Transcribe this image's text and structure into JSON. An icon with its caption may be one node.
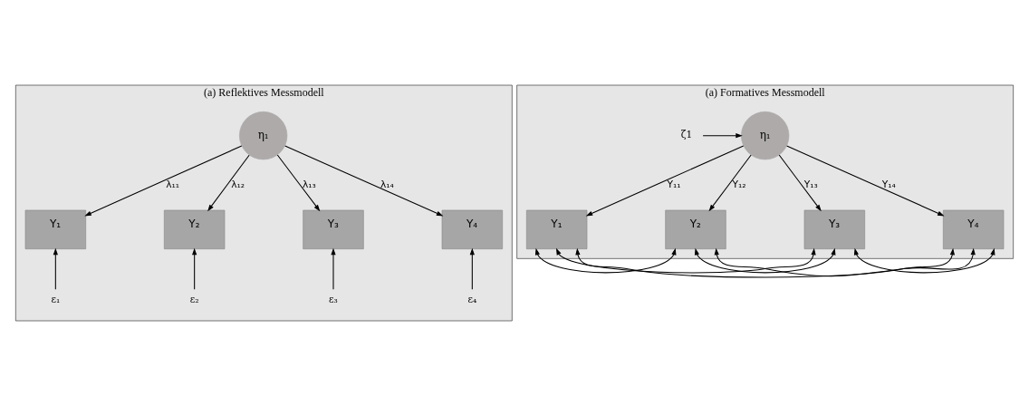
{
  "diagram": {
    "nodes": [
      {
        "text": [
          "(a) Reflektives Messmodell"
        ]
      },
      {
        "text": [
          "η₁"
        ],
        "in": 0
      },
      {
        "text": [
          "Υ₁"
        ],
        "in": 0
      },
      {
        "text": [
          "Υ₂"
        ],
        "in": 0
      },
      {
        "text": [
          "Υ₃"
        ],
        "in": 0
      },
      {
        "text": [
          "Υ₄"
        ],
        "in": 0
      },
      {
        "text": [
          "ε₁"
        ],
        "in": 0
      },
      {
        "text": [
          "ε₂"
        ],
        "in": 0
      },
      {
        "text": [
          "ε₃"
        ],
        "in": 0
      },
      {
        "text": [
          "ε₄"
        ],
        "in": 0
      },
      {
        "text": [
          "(a) Formatives Messmodell"
        ]
      },
      {
        "text": [
          "η₁"
        ],
        "in": 10
      },
      {
        "text": [
          "ζ1"
        ],
        "in": 10
      },
      {
        "text": [
          "Υ₁"
        ],
        "in": 10
      },
      {
        "text": [
          "Υ₂"
        ],
        "in": 10
      },
      {
        "text": [
          "Υ₃"
        ],
        "in": 10
      },
      {
        "text": [
          "Υ₄"
        ],
        "in": 10
      }
    ],
    "edges": [
      {
        "from": 1,
        "to": 2,
        "arrow": "to",
        "label": "λ₁₁"
      },
      {
        "from": 1,
        "to": 3,
        "arrow": "to",
        "label": "λ₁₂"
      },
      {
        "from": 1,
        "to": 4,
        "arrow": "to",
        "label": "λ₁₃"
      },
      {
        "from": 1,
        "to": 5,
        "arrow": "to",
        "label": "λ₁₄"
      },
      {
        "from": 6,
        "to": 2,
        "arrow": "to"
      },
      {
        "from": 7,
        "to": 3,
        "arrow": "to"
      },
      {
        "from": 8,
        "to": 4,
        "arrow": "to"
      },
      {
        "from": 9,
        "to": 5,
        "arrow": "to"
      },
      {
        "from": 12,
        "to": 11,
        "arrow": "to"
      },
      {
        "from": 11,
        "to": 13,
        "arrow": "to",
        "label": "Υ₁₁"
      },
      {
        "from": 11,
        "to": 14,
        "arrow": "to",
        "label": "Υ₁₂"
      },
      {
        "from": 11,
        "to": 15,
        "arrow": "to",
        "label": "Υ₁₃"
      },
      {
        "from": 11,
        "to": 16,
        "arrow": "to",
        "label": "Υ₁₄"
      },
      {
        "from": 13,
        "to": 14,
        "arrow": "both"
      },
      {
        "from": 13,
        "to": 15,
        "arrow": "both"
      },
      {
        "from": 13,
        "to": 16,
        "arrow": "both"
      },
      {
        "from": 14,
        "to": 15,
        "arrow": "both"
      },
      {
        "from": 14,
        "to": 16,
        "arrow": "both"
      },
      {
        "from": 15,
        "to": 16,
        "arrow": "both"
      }
    ]
  }
}
